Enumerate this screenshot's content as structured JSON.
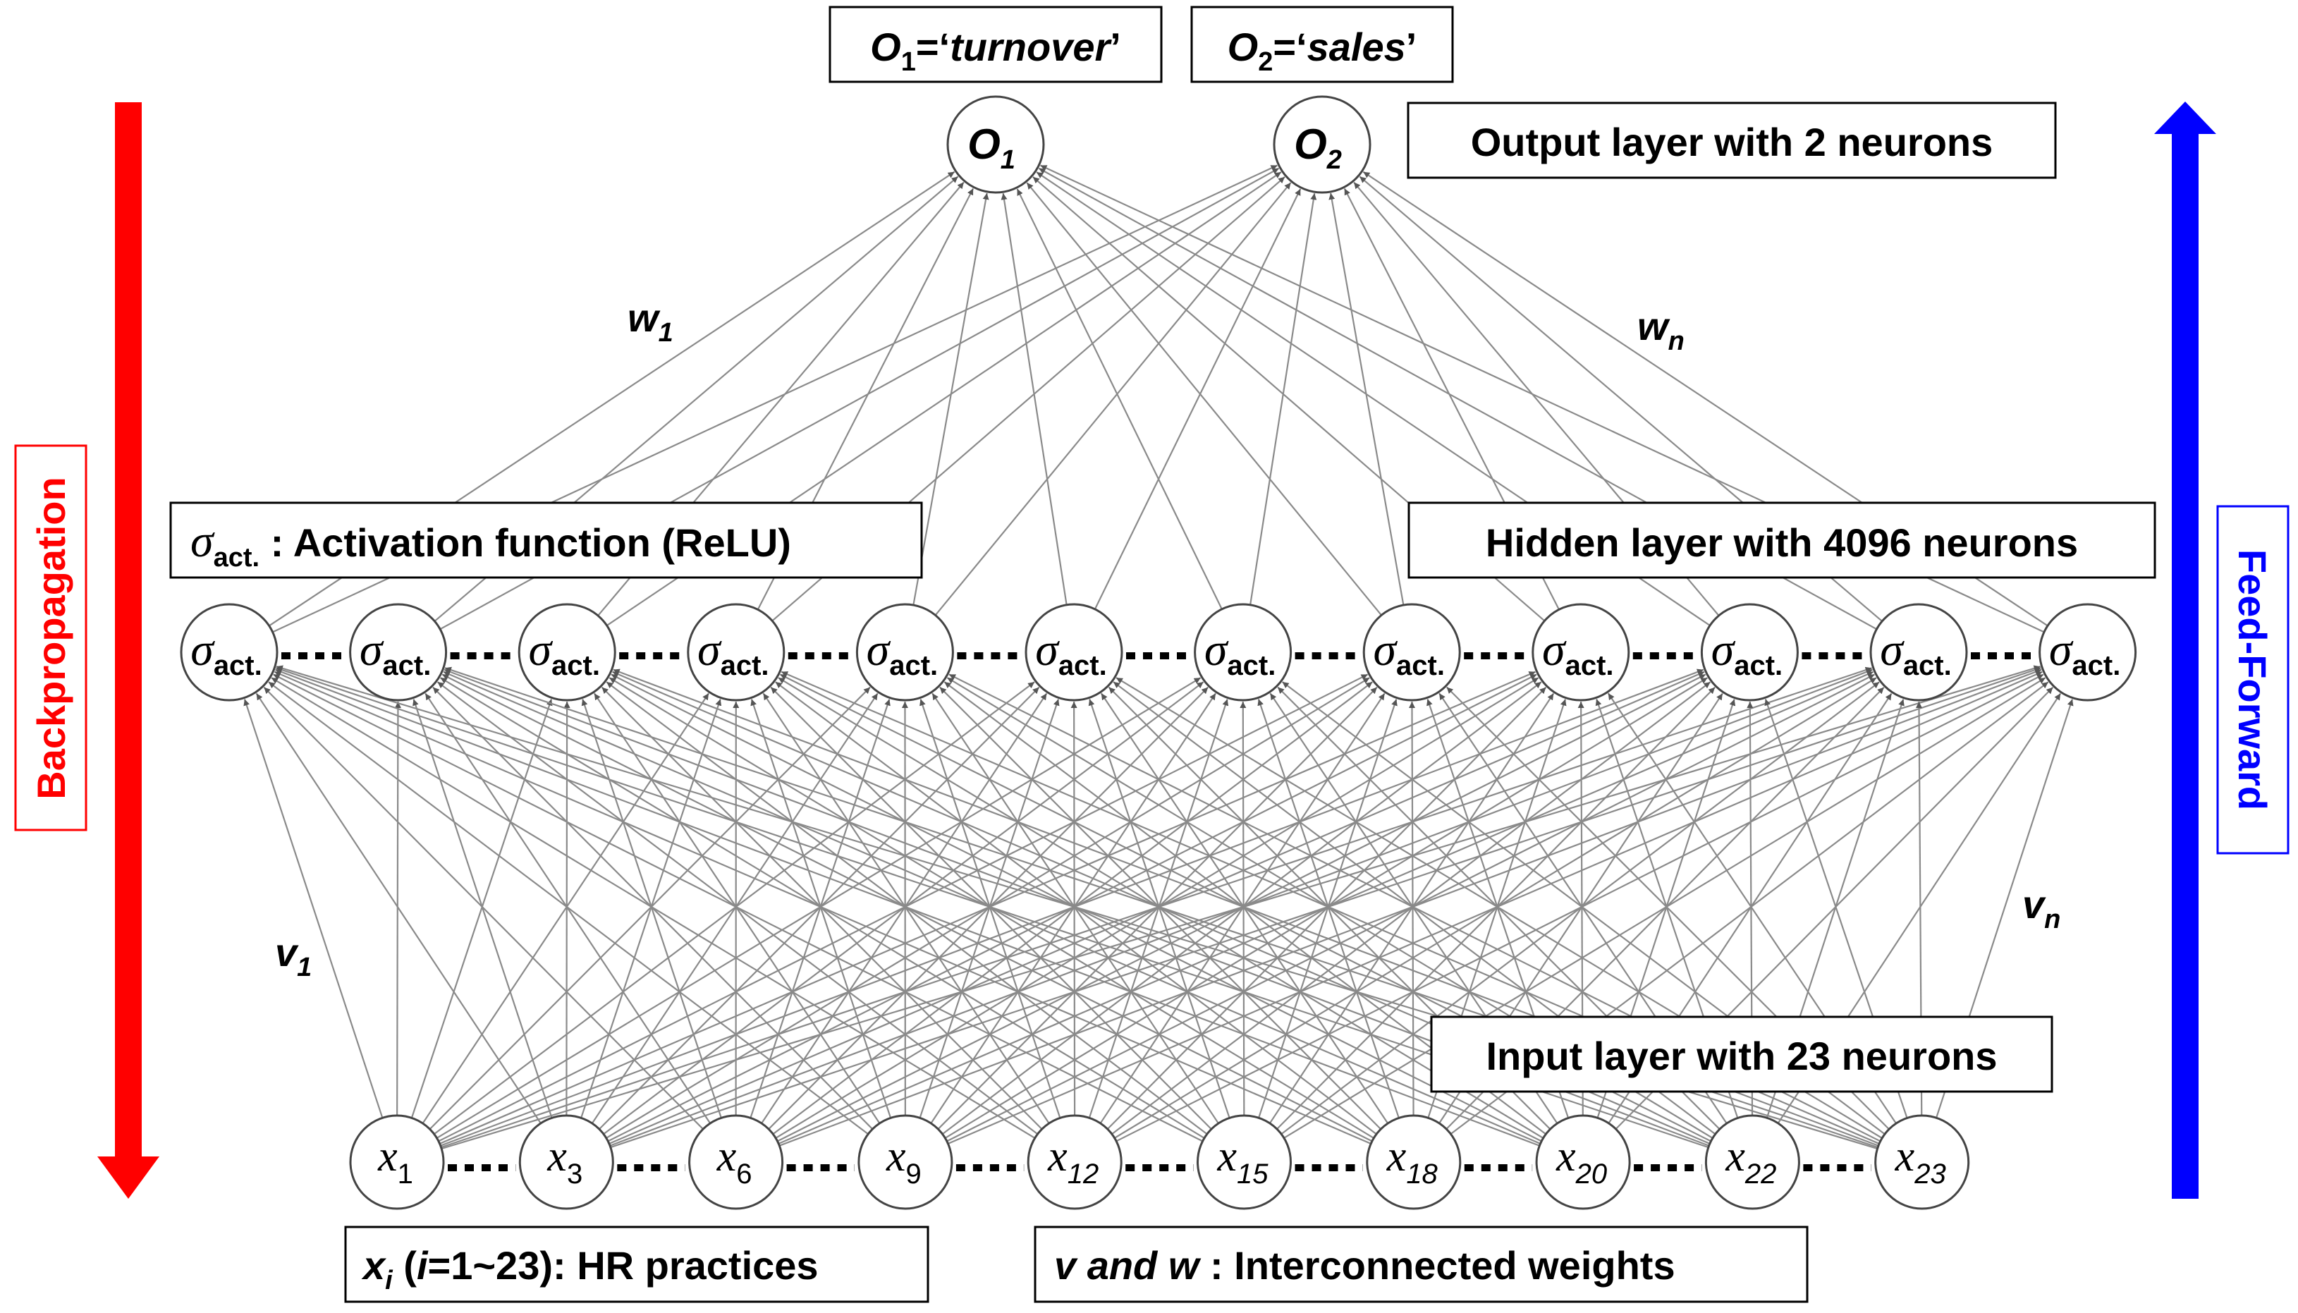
{
  "colors": {
    "backprop": "#ff0000",
    "feedforward": "#0000ff",
    "connection": "#8a8a8a",
    "neuron_stroke": "#444444"
  },
  "outputs": [
    {
      "name": "O",
      "sub": "1",
      "label_prefix": "=‘",
      "label_value": "turnover",
      "label_suffix": "’"
    },
    {
      "name": "O",
      "sub": "2",
      "label_prefix": "=‘",
      "label_value": "sales",
      "label_suffix": "’"
    }
  ],
  "hidden": {
    "symbol": "σ",
    "sub": "act.",
    "count_shown": 12
  },
  "inputs": [
    {
      "name": "x",
      "sub": "1"
    },
    {
      "name": "x",
      "sub": "3"
    },
    {
      "name": "x",
      "sub": "6"
    },
    {
      "name": "x",
      "sub": "9"
    },
    {
      "name": "x",
      "sub": "12"
    },
    {
      "name": "x",
      "sub": "15"
    },
    {
      "name": "x",
      "sub": "18"
    },
    {
      "name": "x",
      "sub": "20"
    },
    {
      "name": "x",
      "sub": "22"
    },
    {
      "name": "x",
      "sub": "23"
    }
  ],
  "labels": {
    "output_layer": "Output layer with 2 neurons",
    "hidden_layer": "Hidden layer with 4096 neurons",
    "input_layer": "Input layer with 23 neurons",
    "activation": {
      "symbol": "σ",
      "sub": "act.",
      "text": " : Activation function (ReLU)"
    },
    "hr_practices": {
      "var": "x",
      "sub": "i",
      "open": " (",
      "ivar": "i",
      "range": "=1~23): HR practices"
    },
    "weights": {
      "italic": "v and w",
      "text": " : Interconnected weights"
    },
    "backprop": "Backpropagation",
    "feedforward": "Feed-Forward"
  },
  "weights": {
    "w1": {
      "name": "w",
      "sub": "1"
    },
    "wn": {
      "name": "w",
      "sub": "n"
    },
    "v1": {
      "name": "v",
      "sub": "1"
    },
    "vn": {
      "name": "v",
      "sub": "n"
    }
  }
}
